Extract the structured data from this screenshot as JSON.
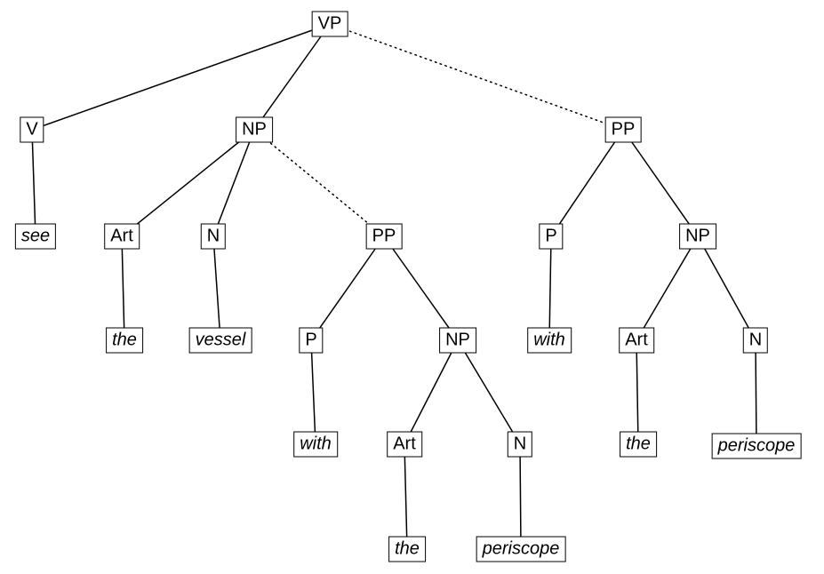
{
  "nodes": {
    "vp": {
      "label": "VP"
    },
    "v": {
      "label": "V"
    },
    "np1": {
      "label": "NP"
    },
    "pp2": {
      "label": "PP"
    },
    "see": {
      "label": "see"
    },
    "art1": {
      "label": "Art"
    },
    "n1": {
      "label": "N"
    },
    "pp1": {
      "label": "PP"
    },
    "p2": {
      "label": "P"
    },
    "np3": {
      "label": "NP"
    },
    "the1": {
      "label": "the"
    },
    "vessel": {
      "label": "vessel"
    },
    "p1": {
      "label": "P"
    },
    "np2": {
      "label": "NP"
    },
    "with2": {
      "label": "with"
    },
    "art3": {
      "label": "Art"
    },
    "n3": {
      "label": "N"
    },
    "with1": {
      "label": "with"
    },
    "art2": {
      "label": "Art"
    },
    "n2": {
      "label": "N"
    },
    "the3": {
      "label": "the"
    },
    "periscope2": {
      "label": "periscope"
    },
    "the2": {
      "label": "the"
    },
    "periscope1": {
      "label": "periscope"
    }
  },
  "edges": [
    [
      "vp",
      "v",
      "solid"
    ],
    [
      "vp",
      "np1",
      "solid"
    ],
    [
      "vp",
      "pp2",
      "dotted"
    ],
    [
      "v",
      "see",
      "solid"
    ],
    [
      "np1",
      "art1",
      "solid"
    ],
    [
      "np1",
      "n1",
      "solid"
    ],
    [
      "np1",
      "pp1",
      "dotted"
    ],
    [
      "art1",
      "the1",
      "solid"
    ],
    [
      "n1",
      "vessel",
      "solid"
    ],
    [
      "pp1",
      "p1",
      "solid"
    ],
    [
      "pp1",
      "np2",
      "solid"
    ],
    [
      "p1",
      "with1",
      "solid"
    ],
    [
      "np2",
      "art2",
      "solid"
    ],
    [
      "np2",
      "n2",
      "solid"
    ],
    [
      "art2",
      "the2",
      "solid"
    ],
    [
      "n2",
      "periscope1",
      "solid"
    ],
    [
      "pp2",
      "p2",
      "solid"
    ],
    [
      "pp2",
      "np3",
      "solid"
    ],
    [
      "p2",
      "with2",
      "solid"
    ],
    [
      "np3",
      "art3",
      "solid"
    ],
    [
      "np3",
      "n3",
      "solid"
    ],
    [
      "art3",
      "the3",
      "solid"
    ],
    [
      "n3",
      "periscope2",
      "solid"
    ]
  ],
  "colors": {
    "line": "#000000",
    "box_border": "#000000",
    "background": "#ffffff"
  }
}
